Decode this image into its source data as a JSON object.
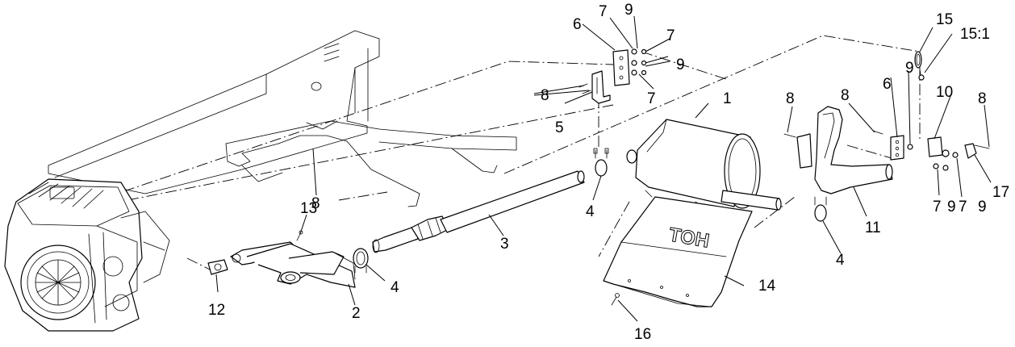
{
  "callouts": [
    {
      "id": "c1",
      "text": "1"
    },
    {
      "id": "c2",
      "text": "2"
    },
    {
      "id": "c3",
      "text": "3"
    },
    {
      "id": "c4a",
      "text": "4"
    },
    {
      "id": "c4b",
      "text": "4"
    },
    {
      "id": "c4c",
      "text": "4"
    },
    {
      "id": "c5",
      "text": "5"
    },
    {
      "id": "c6a",
      "text": "6"
    },
    {
      "id": "c6b",
      "text": "6"
    },
    {
      "id": "c7a",
      "text": "7"
    },
    {
      "id": "c7b",
      "text": "7"
    },
    {
      "id": "c7c",
      "text": "7"
    },
    {
      "id": "c7d",
      "text": "7"
    },
    {
      "id": "c7e",
      "text": "7"
    },
    {
      "id": "c8a",
      "text": "8"
    },
    {
      "id": "c8b",
      "text": "8"
    },
    {
      "id": "c8c",
      "text": "8"
    },
    {
      "id": "c8d",
      "text": "8"
    },
    {
      "id": "c8e",
      "text": "8"
    },
    {
      "id": "c9a",
      "text": "9"
    },
    {
      "id": "c9b",
      "text": "9"
    },
    {
      "id": "c9c",
      "text": "9"
    },
    {
      "id": "c9d",
      "text": "9"
    },
    {
      "id": "c9e",
      "text": "9"
    },
    {
      "id": "c10",
      "text": "10"
    },
    {
      "id": "c11",
      "text": "11"
    },
    {
      "id": "c12",
      "text": "12"
    },
    {
      "id": "c13",
      "text": "13"
    },
    {
      "id": "c14",
      "text": "14"
    },
    {
      "id": "c15",
      "text": "15"
    },
    {
      "id": "c15-1",
      "text": "15:1"
    },
    {
      "id": "c16",
      "text": "16"
    },
    {
      "id": "c17",
      "text": "17"
    }
  ],
  "shield_lettering": "TOH"
}
